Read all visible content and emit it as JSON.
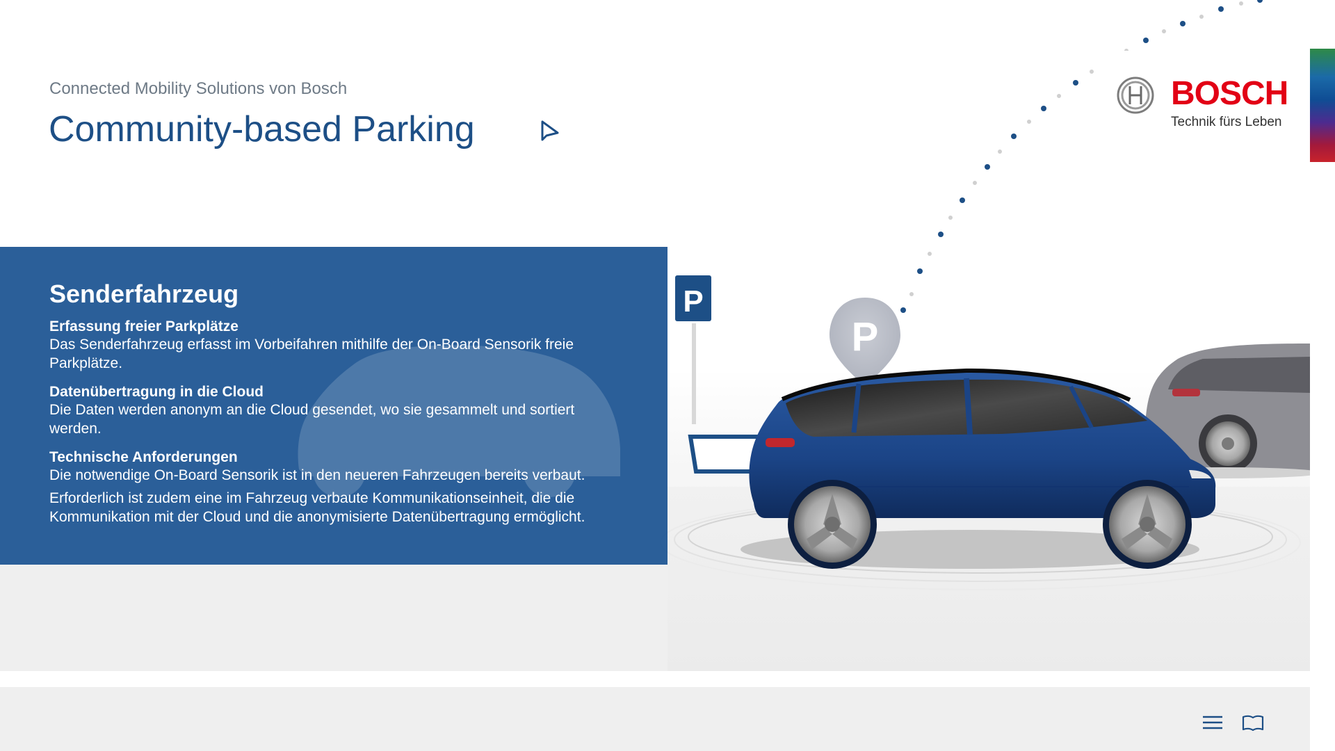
{
  "header": {
    "subtitle": "Connected Mobility Solutions von Bosch",
    "title": "Community-based Parking"
  },
  "logo": {
    "brand": "BOSCH",
    "tagline": "Technik fürs Leben"
  },
  "parking_sign": {
    "letter": "P"
  },
  "map_pin": {
    "letter": "P"
  },
  "panel": {
    "heading": "Senderfahrzeug",
    "sections": [
      {
        "title": "Erfassung freier Parkplätze",
        "paragraphs": [
          "Das Senderfahrzeug erfasst im Vorbeifahren mithilfe der On-Board Sensorik freie Parkplätze."
        ]
      },
      {
        "title": "Datenübertragung in die Cloud",
        "paragraphs": [
          "Die Daten werden anonym an die Cloud gesendet, wo sie gesammelt und sortiert werden."
        ]
      },
      {
        "title": "Technische Anforderungen",
        "paragraphs": [
          "Die notwendige On-Board Sensorik ist in den neueren Fahrzeugen bereits verbaut.",
          "Erforderlich ist zudem eine im Fahrzeug verbaute Kommunikationseinheit, die die Kommunikation mit der Cloud und die anonymisierte Datenübertragung ermöglicht."
        ]
      }
    ]
  },
  "colors": {
    "brand_red": "#e20015",
    "primary_blue": "#1d4f86",
    "panel_blue": "#205694",
    "car_blue": "#1b4486"
  },
  "icons": {
    "cursor": "cursor-arrow-icon",
    "menu": "hamburger-menu-icon",
    "book": "open-book-icon"
  }
}
